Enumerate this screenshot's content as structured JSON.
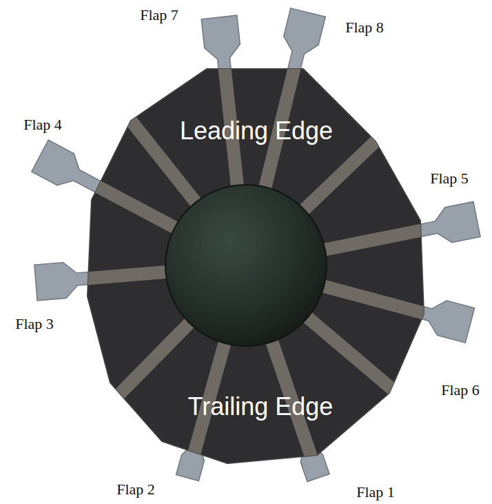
{
  "diagram": {
    "labels": [
      "Flap 7",
      "Flap 8",
      "Flap 4",
      "Leading Edge",
      "Flap 5",
      "Flap 3",
      "Flap 6",
      "Trailing Edge",
      "Flap 2",
      "Flap 1"
    ]
  }
}
